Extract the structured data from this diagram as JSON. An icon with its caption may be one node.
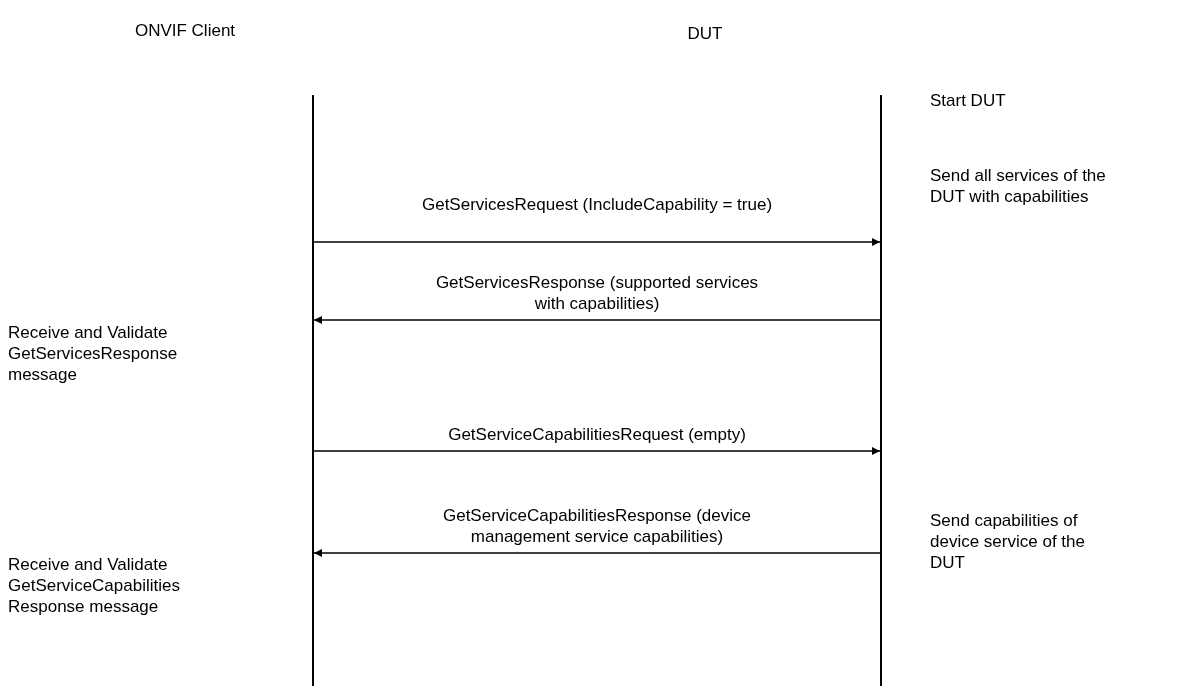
{
  "diagram": {
    "nodes": [
      {
        "text": [
          "ONVIF Client"
        ]
      },
      {
        "text": [
          "DUT"
        ]
      },
      {
        "text": [],
        "shape": "bar"
      },
      {
        "text": [],
        "shape": "bar"
      }
    ],
    "edges": [
      {
        "from": 2,
        "to": 3,
        "arrow": "to",
        "label": "GetServicesRequest (IncludeCapability = true)"
      },
      {
        "from": 3,
        "to": 2,
        "arrow": "to",
        "label": "GetServicesResponse (supported services with capabilities)"
      },
      {
        "from": 2,
        "to": 3,
        "arrow": "to",
        "label": "GetServiceCapabilitiesRequest (empty)"
      },
      {
        "from": 3,
        "to": 2,
        "arrow": "to",
        "label": "GetServiceCapabilitiesResponse (device management service capabilities)"
      }
    ],
    "labels": [
      "Start DUT",
      "Send all services of the DUT with capabilities",
      "Receive and Validate GetServicesResponse message",
      "Send capabilities of device service of the DUT",
      "Receive and Validate GetServiceCapabilities Response message"
    ]
  }
}
